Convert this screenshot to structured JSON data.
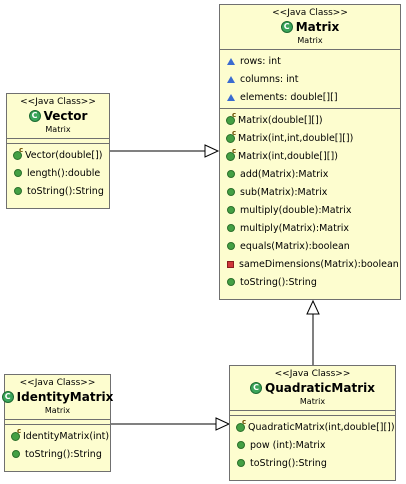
{
  "classes": {
    "matrix": {
      "stereotype": "<<Java Class>>",
      "name": "Matrix",
      "package": "Matrix",
      "fields": [
        {
          "icon": "protected-field-icon",
          "text": "rows: int"
        },
        {
          "icon": "protected-field-icon",
          "text": "columns: int"
        },
        {
          "icon": "protected-field-icon",
          "text": "elements: double[][]"
        }
      ],
      "methods": [
        {
          "icon": "constructor-icon",
          "text": "Matrix(double[][])"
        },
        {
          "icon": "constructor-icon",
          "text": "Matrix(int,int,double[][])"
        },
        {
          "icon": "constructor-icon",
          "text": "Matrix(int,double[][])"
        },
        {
          "icon": "public-method-icon",
          "text": "add(Matrix):Matrix"
        },
        {
          "icon": "public-method-icon",
          "text": "sub(Matrix):Matrix"
        },
        {
          "icon": "public-method-icon",
          "text": "multiply(double):Matrix"
        },
        {
          "icon": "public-method-icon",
          "text": "multiply(Matrix):Matrix"
        },
        {
          "icon": "public-method-icon",
          "text": "equals(Matrix):boolean"
        },
        {
          "icon": "private-method-icon",
          "text": "sameDimensions(Matrix):boolean"
        },
        {
          "icon": "public-method-icon",
          "text": "toString():String"
        }
      ]
    },
    "vector": {
      "stereotype": "<<Java Class>>",
      "name": "Vector",
      "package": "Matrix",
      "fields": [],
      "methods": [
        {
          "icon": "constructor-icon",
          "text": "Vector(double[])"
        },
        {
          "icon": "public-method-icon",
          "text": "length():double"
        },
        {
          "icon": "public-method-icon",
          "text": "toString():String"
        }
      ]
    },
    "identity": {
      "stereotype": "<<Java Class>>",
      "name": "IdentityMatrix",
      "package": "Matrix",
      "fields": [],
      "methods": [
        {
          "icon": "constructor-icon",
          "text": "IdentityMatrix(int)"
        },
        {
          "icon": "public-method-icon",
          "text": "toString():String"
        }
      ]
    },
    "quadratic": {
      "stereotype": "<<Java Class>>",
      "name": "QuadraticMatrix",
      "package": "Matrix",
      "fields": [],
      "methods": [
        {
          "icon": "constructor-icon",
          "text": "QuadraticMatrix(int,double[][])"
        },
        {
          "icon": "public-method-icon",
          "text": "pow (int):Matrix"
        },
        {
          "icon": "public-method-icon",
          "text": "toString():String"
        }
      ]
    }
  },
  "relations": [
    {
      "from": "Vector",
      "to": "Matrix",
      "type": "generalization"
    },
    {
      "from": "QuadraticMatrix",
      "to": "Matrix",
      "type": "generalization"
    },
    {
      "from": "IdentityMatrix",
      "to": "QuadraticMatrix",
      "type": "generalization"
    }
  ]
}
